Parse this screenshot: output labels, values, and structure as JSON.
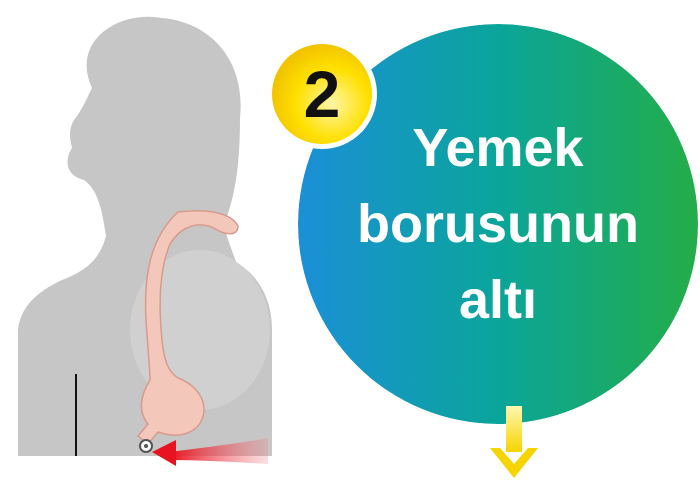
{
  "step_badge": {
    "number": "2"
  },
  "circle": {
    "lines": [
      "Yemek",
      "borusunun",
      "altı"
    ]
  },
  "icons": {
    "person": "person-silhouette-icon",
    "esophagus": "esophagus-icon",
    "pointer_arrow": "red-arrow-icon",
    "down_arrow": "yellow-down-arrow-icon"
  },
  "colors": {
    "silhouette": "#c7c7c7",
    "esophagus": "#f3c9bc",
    "pointer_arrow": "#e8141f",
    "circle_blue": "#1a8fd6",
    "circle_green": "#22b04a",
    "badge_yellow": "#ffde00",
    "down_arrow": "#f5d800"
  }
}
